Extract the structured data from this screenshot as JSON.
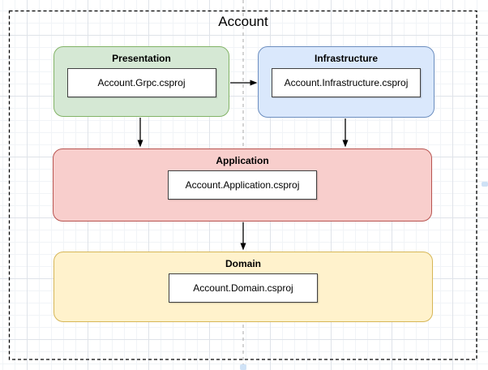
{
  "diagram": {
    "title": "Account",
    "groups": [
      {
        "label": "Presentation",
        "project": "Account.Grpc.csproj",
        "fill": "#d5e8d4",
        "stroke": "#82b366"
      },
      {
        "label": "Infrastructure",
        "project": "Account.Infrastructure.csproj",
        "fill": "#dae8fc",
        "stroke": "#6c8ebf"
      },
      {
        "label": "Application",
        "project": "Account.Application.csproj",
        "fill": "#f8cecc",
        "stroke": "#b85450"
      },
      {
        "label": "Domain",
        "project": "Account.Domain.csproj",
        "fill": "#fff2cc",
        "stroke": "#d6b656"
      }
    ],
    "edges": [
      {
        "from": "Presentation",
        "to": "Infrastructure"
      },
      {
        "from": "Presentation",
        "to": "Application"
      },
      {
        "from": "Infrastructure",
        "to": "Application"
      },
      {
        "from": "Application",
        "to": "Domain"
      }
    ],
    "boundary_style": "dashed",
    "edge_color": "#000000"
  }
}
